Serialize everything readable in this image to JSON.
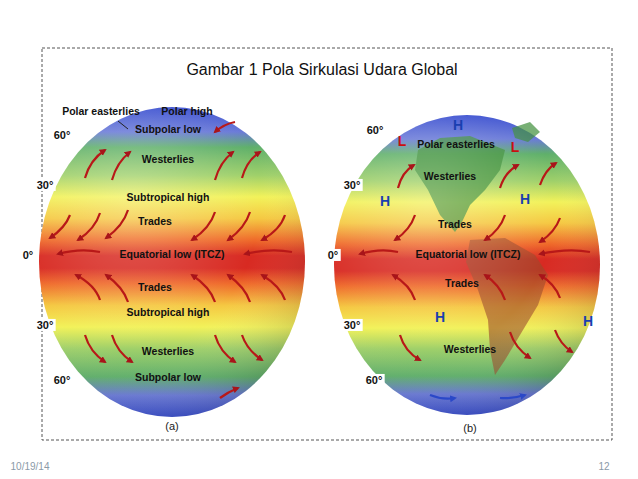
{
  "diagram": {
    "title": "Gambar 1 Pola Sirkulasi Udara Global",
    "labels": [
      "Polar easterlies",
      "Polar high",
      "60°",
      "Subpolar low",
      "Westerlies",
      "30°",
      "Subtropical high",
      "Trades",
      "0°",
      "Equatorial low (ITCZ)",
      "Trades",
      "30°",
      "Subtropical high",
      "Westerlies",
      "60°",
      "Subpolar low",
      "(a)",
      "60°",
      "H",
      "L",
      "L",
      "Polar easterlies",
      "30°",
      "Westerlies",
      "H",
      "H",
      "Trades",
      "0°",
      "Equatorial low (ITCZ)",
      "Trades",
      "30°",
      "H",
      "H",
      "Westerlies",
      "60°",
      "(b)",
      "10/19/14",
      "12"
    ]
  }
}
